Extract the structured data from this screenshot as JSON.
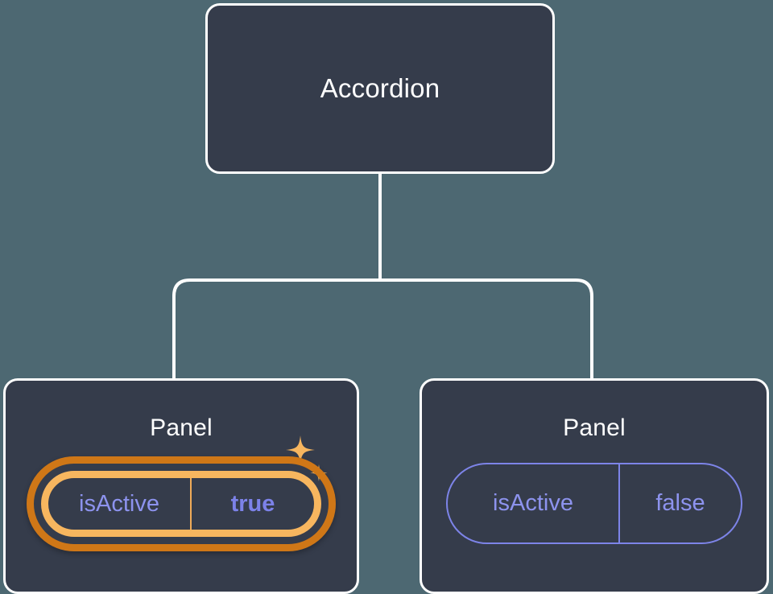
{
  "diagram": {
    "type": "component-tree",
    "background_color": "#4d6872",
    "node_fill_color": "#353c4b",
    "node_border_color": "#ffffff",
    "connector_color": "#ffffff",
    "accent_active_color": "#f7b65f",
    "accent_active_outer_color": "#cf7717",
    "accent_prop_color": "#8d93ee",
    "root": {
      "title": "Accordion"
    },
    "children": [
      {
        "title": "Panel",
        "highlighted": true,
        "prop": {
          "key": "isActive",
          "value": "true",
          "value_bold": true
        },
        "sparkle_icons": [
          "sparkle-large-icon",
          "sparkle-small-icon"
        ]
      },
      {
        "title": "Panel",
        "highlighted": false,
        "prop": {
          "key": "isActive",
          "value": "false",
          "value_bold": false
        }
      }
    ]
  }
}
